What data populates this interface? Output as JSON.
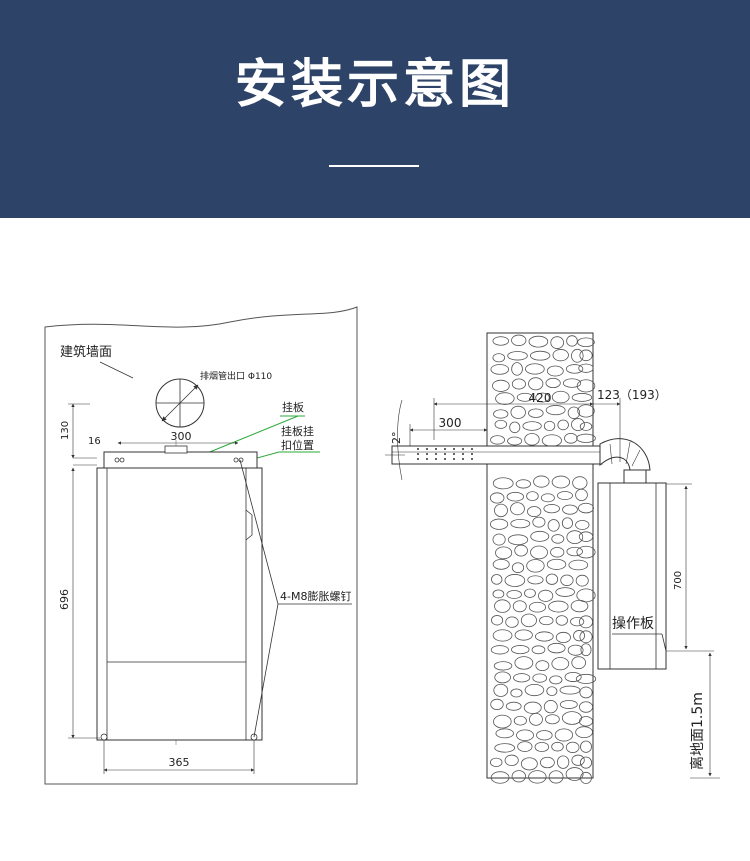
{
  "header": {
    "title": "安装示意图",
    "bg_color": "#2d4468"
  },
  "front_view": {
    "wall_label": "建筑墙面",
    "flue_label": "排烟管出口 Φ110",
    "hanger_label": "挂板",
    "hook_label_line1": "挂板挂",
    "hook_label_line2": "扣位置",
    "screw_label": "4-M8膨胀螺钉",
    "dim_130": "130",
    "dim_16": "16",
    "dim_300": "300",
    "dim_696": "696",
    "dim_365": "365"
  },
  "side_view": {
    "dim_420": "420",
    "dim_123": "123（193）",
    "dim_300": "300",
    "angle_2": "2°",
    "dim_700": "700",
    "panel_label": "操作板",
    "floor_label": "离地面1.5m"
  },
  "colors": {
    "line": "#333333",
    "leader_green": "#2eaa3c",
    "stone": "#555555"
  }
}
